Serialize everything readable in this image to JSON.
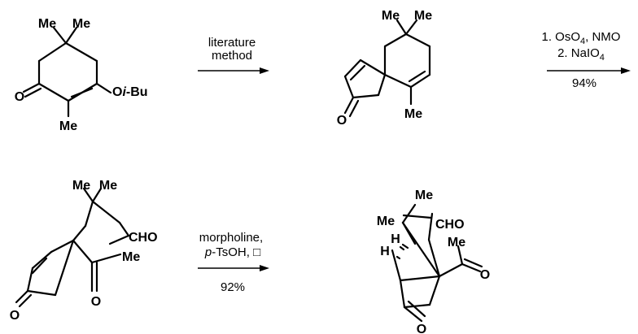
{
  "molecules": {
    "m1": {
      "me_top_left": "Me",
      "me_top_right": "Me",
      "carbonyl_o": "O",
      "ether": "O",
      "ether_ibu_i": "i",
      "ether_ibu_rest": "-Bu",
      "me_bottom": "Me"
    },
    "m2": {
      "me_top_left": "Me",
      "me_top_right": "Me",
      "carbonyl_o": "O",
      "me_bottom": "Me"
    },
    "m3": {
      "me_top_left": "Me",
      "me_top_right": "Me",
      "aldehyde": "CHO",
      "acetyl_me": "Me",
      "acetyl_o": "O",
      "enone_o": "O"
    },
    "m4": {
      "me_left": "Me",
      "me_top": "Me",
      "aldehyde": "CHO",
      "h1": "H",
      "h2": "H",
      "acetyl_me": "Me",
      "acetyl_o": "O",
      "ketone_o": "O"
    }
  },
  "arrows": {
    "a1": {
      "line1": "literature",
      "line2": "method"
    },
    "a2": {
      "step1_prefix": "1. OsO",
      "step1_sub": "4",
      "step1_suffix": ", NMO",
      "step2_prefix": "2. NaIO",
      "step2_sub": "4",
      "yield": "94%"
    },
    "a3": {
      "line1": "morpholine,",
      "line2_italic": "p",
      "line2_rest": "-TsOH, ",
      "heat": "□",
      "yield": "92%"
    }
  }
}
